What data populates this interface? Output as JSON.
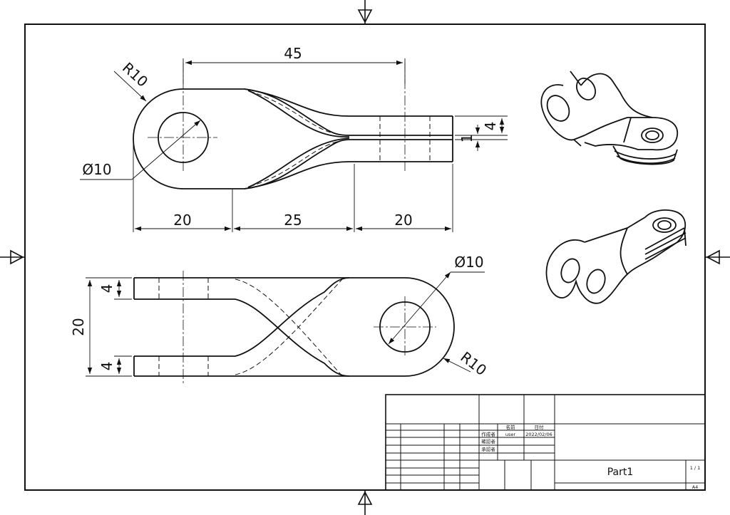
{
  "drawing": {
    "top_view": {
      "dims": {
        "overall": "45",
        "radius": "R10",
        "hole": "Ø10",
        "seg_left": "20",
        "seg_mid": "25",
        "seg_right": "20",
        "prong_thk": "4",
        "gap": "1"
      }
    },
    "side_view": {
      "dims": {
        "hole": "Ø10",
        "radius": "R10",
        "width": "20",
        "prong_top": "4",
        "prong_bottom": "4"
      }
    },
    "title_block": {
      "col_name": "名前",
      "col_date": "日付",
      "row_author": "作成者",
      "row_check": "確認者",
      "row_approve": "承認者",
      "author_name": "user",
      "author_date": "2022/02/06",
      "part_name": "Part1",
      "sheet": "1 / 1",
      "paper": "A4"
    }
  },
  "colors": {
    "line": "#111111",
    "paper": "#ffffff"
  },
  "icons": [
    "centering-arrow-icon"
  ]
}
